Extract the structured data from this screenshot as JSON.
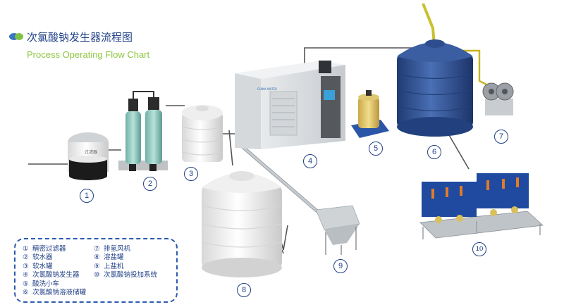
{
  "header": {
    "title": "次氯酸钠发生器流程图",
    "subtitle": "Process Operating Flow Chart"
  },
  "equipment_numbers": [
    "1",
    "2",
    "3",
    "4",
    "5",
    "6",
    "7",
    "8",
    "9",
    "10"
  ],
  "legend": {
    "col1": [
      {
        "mark": "①",
        "label": "精密过滤器"
      },
      {
        "mark": "②",
        "label": "软水器"
      },
      {
        "mark": "③",
        "label": "软水罐"
      },
      {
        "mark": "④",
        "label": "次氯酸钠发生器"
      },
      {
        "mark": "⑤",
        "label": "酸洗小车"
      },
      {
        "mark": "⑥",
        "label": "次氯酸钠溶液储罐"
      }
    ],
    "col2": [
      {
        "mark": "⑦",
        "label": "排氢风机"
      },
      {
        "mark": "⑧",
        "label": "溶盐罐"
      },
      {
        "mark": "⑨",
        "label": "上盐机"
      },
      {
        "mark": "⑩",
        "label": "次氯酸钠投加系统"
      }
    ]
  },
  "colors": {
    "title": "#1f3f86",
    "subtitle": "#8dc63f",
    "legend_border": "#2b5bb0",
    "storage_tank": "#2e4f8f",
    "pipe": "#555555",
    "hydrogen_pipe": "#c8c030"
  }
}
